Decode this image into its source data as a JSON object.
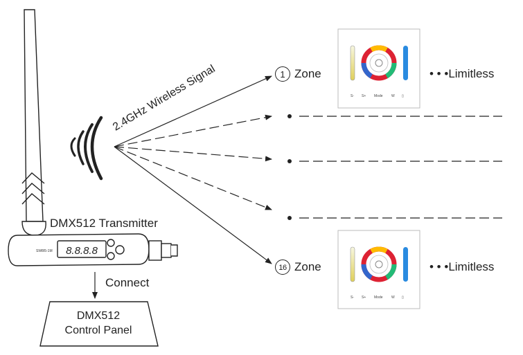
{
  "transmitter": {
    "title": "DMX512 Transmitter",
    "display": "8.8.8.8",
    "model_mark": "SW8I5-1M"
  },
  "signal": {
    "label": "2.4GHz Wireless Signal"
  },
  "connect": {
    "label": "Connect"
  },
  "control_panel": {
    "line1": "DMX512",
    "line2": "Control Panel"
  },
  "zones": [
    {
      "number": "1",
      "label": "Zone",
      "dots": "• • •",
      "limit": "Limitless"
    },
    {
      "number": "16",
      "label": "Zone",
      "dots": "• • •",
      "limit": "Limitless"
    }
  ],
  "panel_buttons": [
    "S-",
    "S+",
    "Mode",
    "W",
    "▯"
  ],
  "colors": {
    "line": "#222222",
    "panel_border": "#bbbbbb"
  }
}
